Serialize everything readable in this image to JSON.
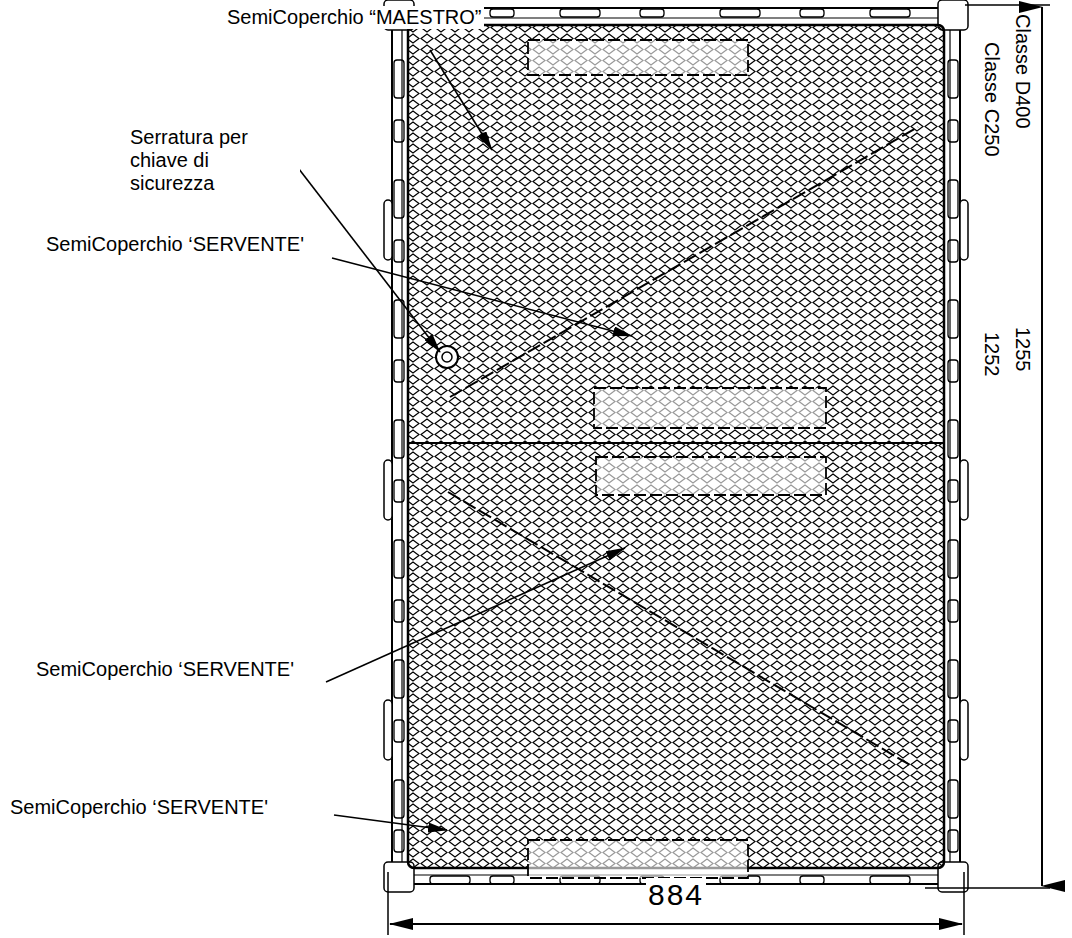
{
  "diagram": {
    "labels": [
      "SemiCoperchio “MAESTRO”",
      "Serratura per chiave di sicurezza",
      "SemiCoperchio ‘SERVENTE'",
      "SemiCoperchio ‘SERVENTE'",
      "SemiCoperchio ‘SERVENTE'",
      "Classe D400",
      "1255",
      "Classe C250",
      "1252",
      "884"
    ]
  }
}
